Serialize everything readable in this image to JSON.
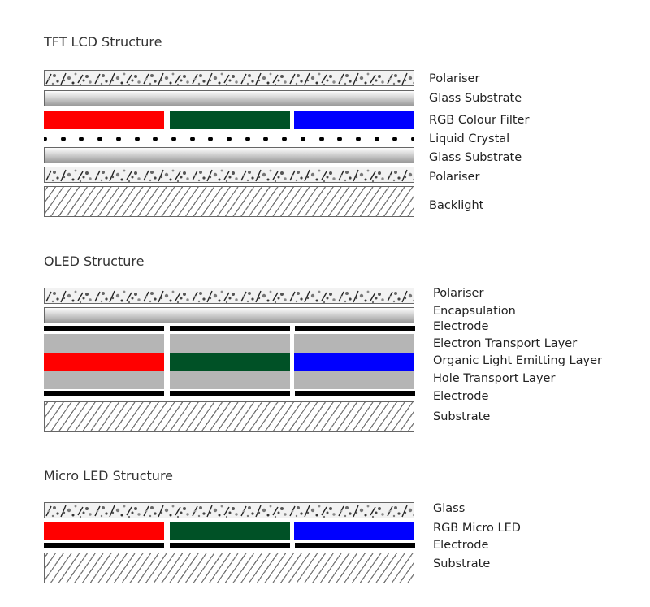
{
  "sections": [
    {
      "title": "TFT LCD Structure",
      "labels": [
        "Polariser",
        "Glass Substrate",
        "RGB Colour Filter",
        "Liquid Crystal",
        "Glass Substrate",
        "Polariser",
        "Backlight"
      ]
    },
    {
      "title": "OLED Structure",
      "labels": [
        "Polariser",
        "Encapsulation",
        "Electrode",
        "Electron Transport Layer",
        "Organic Light Emitting Layer",
        "Hole Transport Layer",
        "Electrode",
        "Substrate"
      ]
    },
    {
      "title": "Micro LED Structure",
      "labels": [
        "Glass",
        "RGB Micro LED",
        "Electrode",
        "Substrate"
      ]
    }
  ],
  "colors": {
    "red": "#ff0000",
    "green": "#005126",
    "blue": "#0000ff",
    "gray": "#b5b5b5"
  }
}
